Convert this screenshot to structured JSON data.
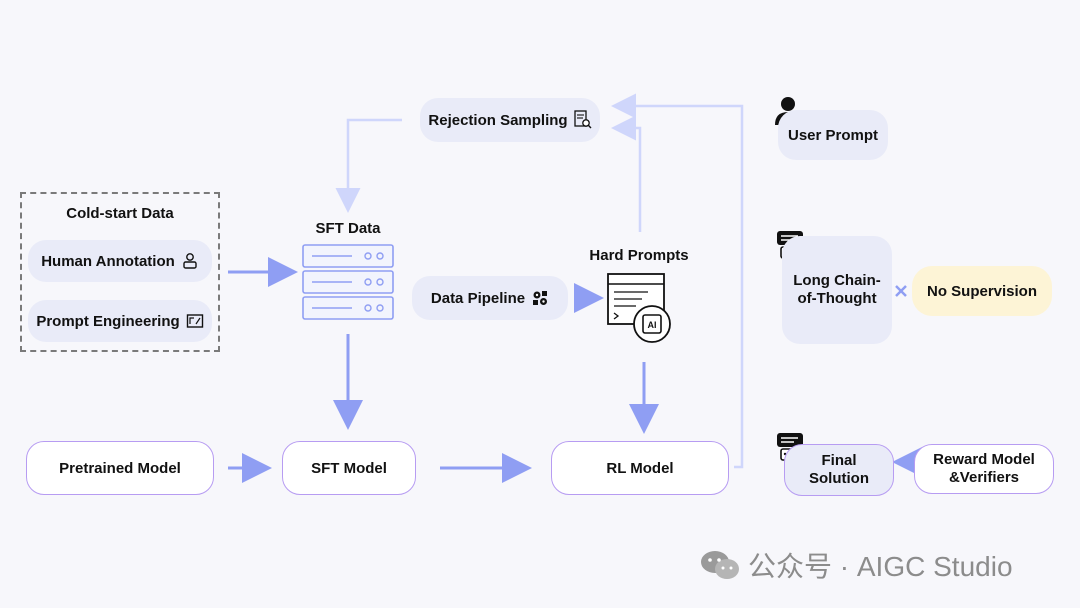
{
  "cold_start": {
    "title": "Cold-start Data",
    "items": [
      "Human Annotation",
      "Prompt Engineering"
    ]
  },
  "sft_data": {
    "label": "SFT Data"
  },
  "rejection_sampling": {
    "label": "Rejection Sampling"
  },
  "data_pipeline": {
    "label": "Data Pipeline"
  },
  "hard_prompts": {
    "label": "Hard Prompts",
    "chip_text": "AI"
  },
  "models": {
    "pretrained": "Pretrained Model",
    "sft": "SFT Model",
    "rl": "RL Model"
  },
  "legend": {
    "user_prompt": "User Prompt",
    "long_cot_line1": "Long Chain-",
    "long_cot_line2": "of-Thought",
    "no_supervision": "No Supervision",
    "final_line1": "Final",
    "final_line2": "Solution",
    "reward_line1": "Reward Model",
    "reward_line2": "&Verifiers"
  },
  "watermark": {
    "text": "公众号 · AIGC Studio"
  },
  "colors": {
    "arrow_strong": "#8f9ef3",
    "arrow_light": "#cfd6fb",
    "pill_soft": "#e9ebf8",
    "outline": "#b79cf2",
    "no_supervision_bg": "#fdf4d6"
  }
}
